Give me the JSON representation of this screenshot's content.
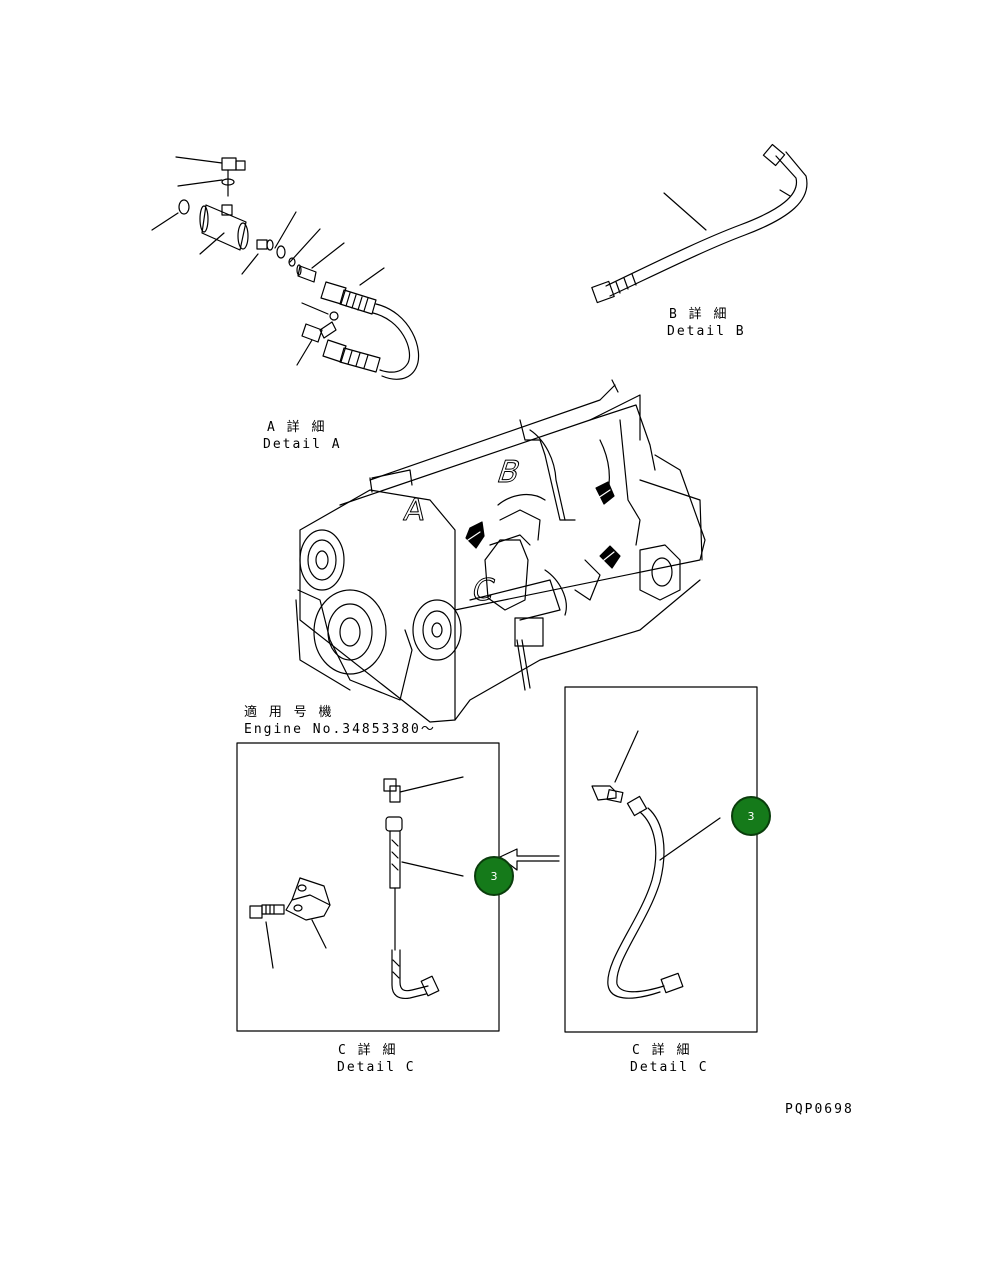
{
  "labels": {
    "detail_a_jp": "A 詳 細",
    "detail_a_en": "Detail A",
    "detail_b_jp": "B 詳 細",
    "detail_b_en": "Detail B",
    "detail_c_left_jp": "C 詳 細",
    "detail_c_left_en": "Detail C",
    "detail_c_right_jp": "C 詳 細",
    "detail_c_right_en": "Detail C",
    "applicable_jp": "適 用 号 機",
    "engine_no": "Engine No.34853380～",
    "code": "PQP0698"
  },
  "engine_letters": {
    "a": "A",
    "b": "B",
    "c": "C"
  },
  "callouts": [
    {
      "id": "left",
      "number": "3",
      "color": "#157a1a"
    },
    {
      "id": "right",
      "number": "3",
      "color": "#157a1a"
    }
  ]
}
